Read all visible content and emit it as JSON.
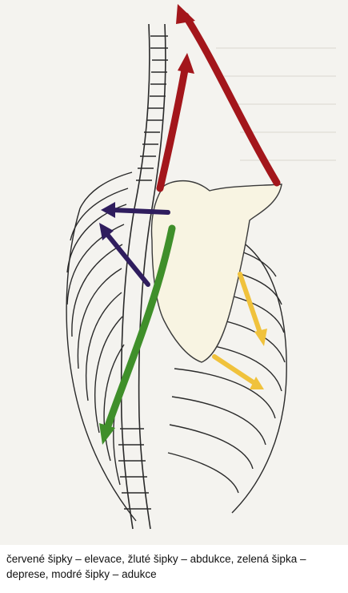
{
  "caption": "červené šipky – elevace, žluté šipky – abdukce, zelená šipka – deprese, modré šipky – adukce",
  "colors": {
    "red": "#a3161b",
    "yellow": "#f0c23c",
    "green": "#3f8f2a",
    "blue": "#2f1d5e",
    "scapula": "#f8f4e2",
    "ink": "#2a2a2a"
  },
  "arrows": [
    {
      "color": "red",
      "meaning": "elevace"
    },
    {
      "color": "red",
      "meaning": "elevace"
    },
    {
      "color": "yellow",
      "meaning": "abdukce"
    },
    {
      "color": "yellow",
      "meaning": "abdukce"
    },
    {
      "color": "green",
      "meaning": "deprese"
    },
    {
      "color": "blue",
      "meaning": "adukce"
    },
    {
      "color": "blue",
      "meaning": "adukce"
    }
  ]
}
